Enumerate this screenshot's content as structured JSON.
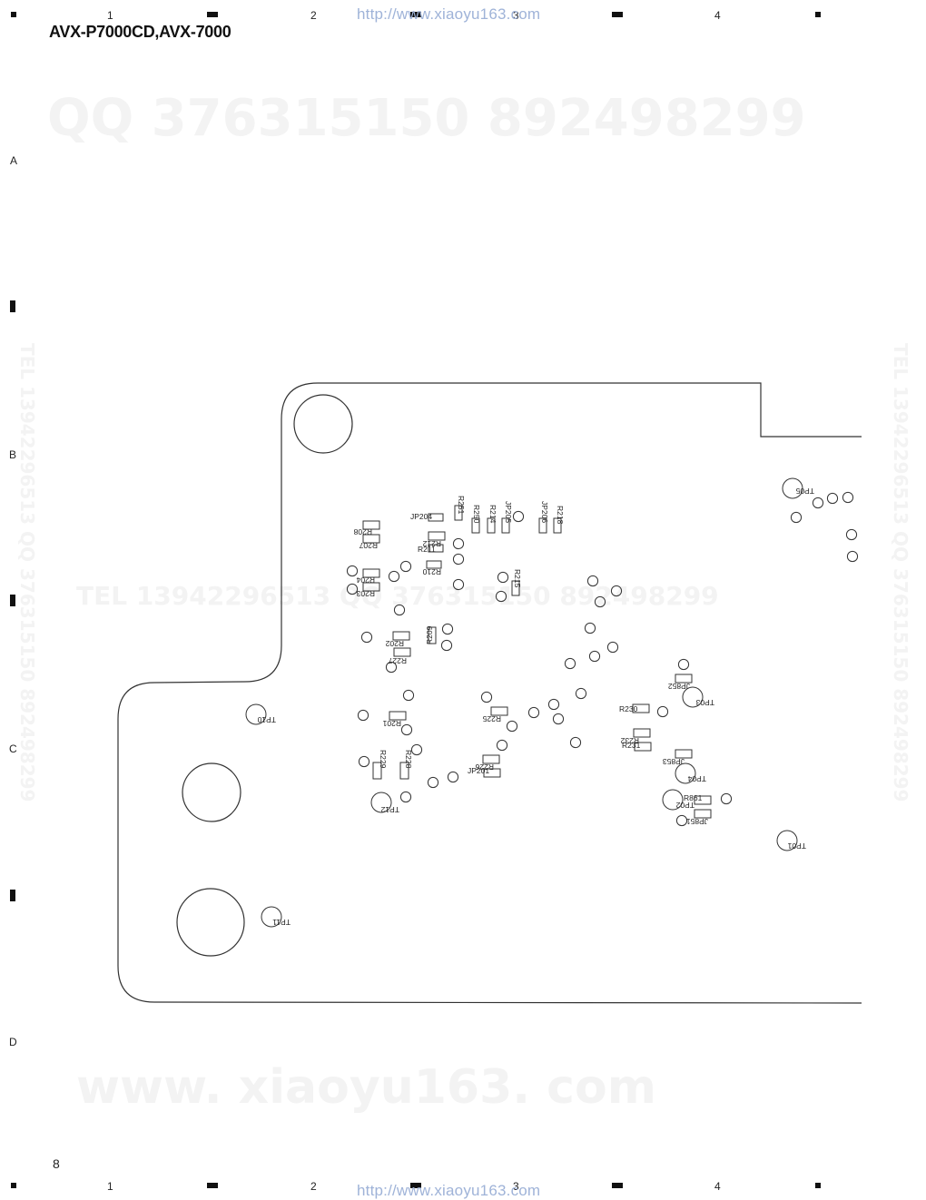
{
  "header": {
    "model": "AVX-P7000CD,AVX-7000",
    "url_top": "http://www.xiaoyu163.com",
    "url_bottom": "http://www.xiaoyu163.com"
  },
  "grid": {
    "columns": [
      "1",
      "2",
      "3",
      "4"
    ],
    "rows": [
      "A",
      "B",
      "C",
      "D"
    ]
  },
  "footer": {
    "page_number": "8"
  },
  "watermarks": {
    "qq_line": "QQ 376315150     892498299",
    "tel_line": "TEL  13942296513     QQ  376315150  892498299",
    "site_line": "www. xiaoyu163. com",
    "side_right": "TEL 13942296513 QQ 376315150 892498299",
    "side_left": "TEL 13942296513 QQ 376315150 892498299"
  },
  "pcb": {
    "components": [
      {
        "id": "R251"
      },
      {
        "id": "R250"
      },
      {
        "id": "R214"
      },
      {
        "id": "JP205"
      },
      {
        "id": "JP206"
      },
      {
        "id": "R218"
      },
      {
        "id": "JP204"
      },
      {
        "id": "R208"
      },
      {
        "id": "R207"
      },
      {
        "id": "R212"
      },
      {
        "id": "R211"
      },
      {
        "id": "R210"
      },
      {
        "id": "R204"
      },
      {
        "id": "R203"
      },
      {
        "id": "R215"
      },
      {
        "id": "R202"
      },
      {
        "id": "R227"
      },
      {
        "id": "R209"
      },
      {
        "id": "R201"
      },
      {
        "id": "R225"
      },
      {
        "id": "R229"
      },
      {
        "id": "R228"
      },
      {
        "id": "R226"
      },
      {
        "id": "JP201"
      },
      {
        "id": "R230"
      },
      {
        "id": "R232"
      },
      {
        "id": "R231"
      },
      {
        "id": "JP852"
      },
      {
        "id": "JP853"
      },
      {
        "id": "R861"
      },
      {
        "id": "JP851"
      }
    ],
    "test_points": [
      "TP05",
      "TP03",
      "TP04",
      "TP02",
      "TP01",
      "TP10",
      "TP11",
      "TP12"
    ]
  }
}
